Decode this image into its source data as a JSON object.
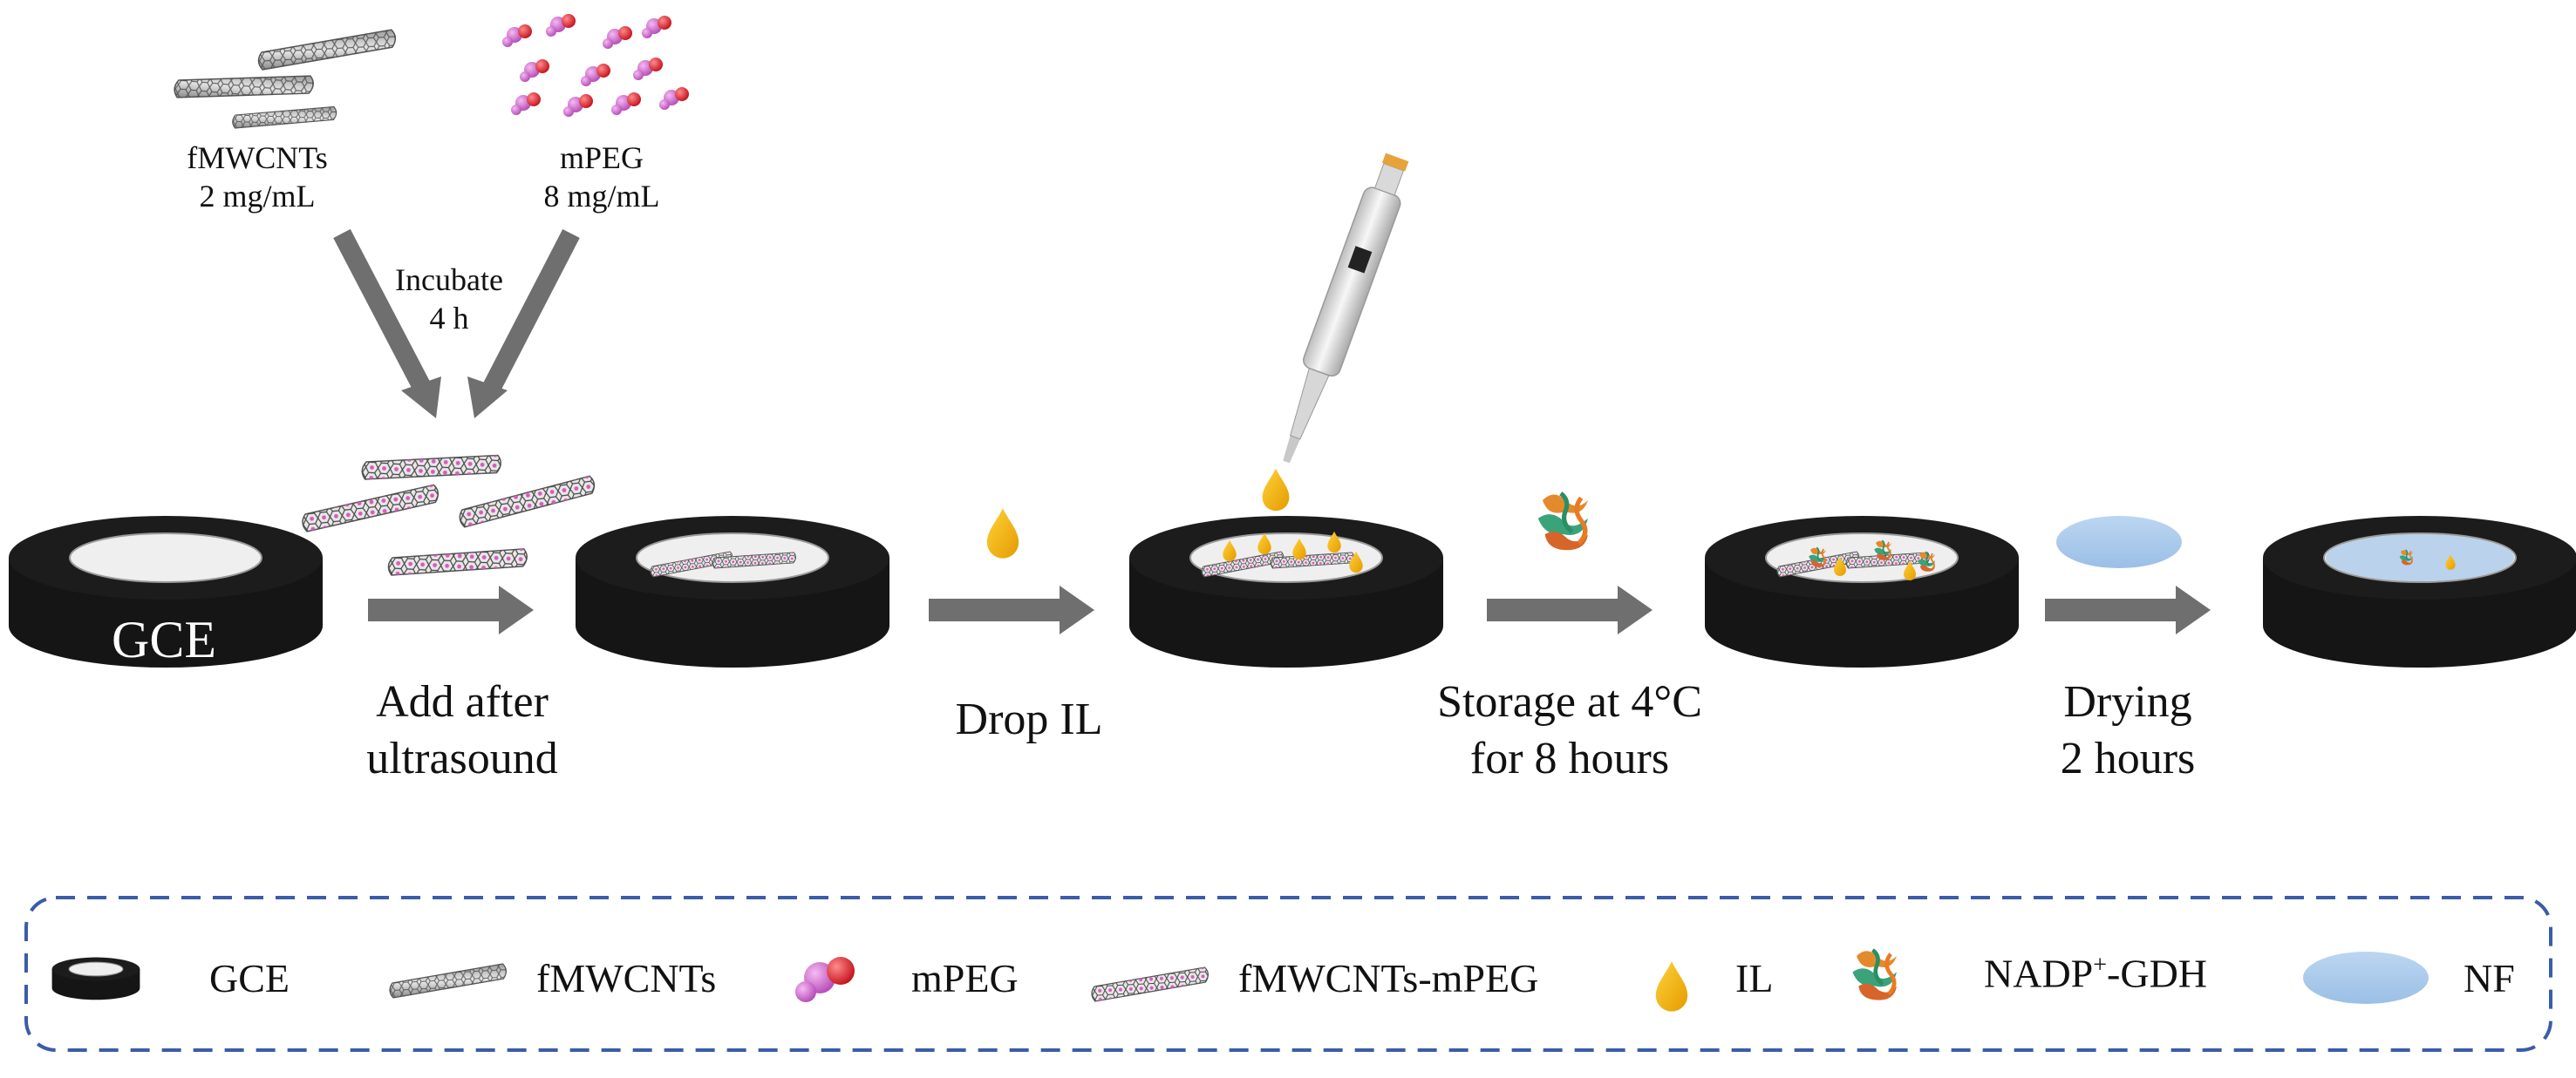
{
  "inputs": {
    "fmwcnts_label": "fMWCNTs",
    "fmwcnts_conc": "2 mg/mL",
    "mpeg_label": "mPEG",
    "mpeg_conc": "8 mg/mL",
    "incubate_line1": "Incubate",
    "incubate_line2": "4 h"
  },
  "electrode_label": "GCE",
  "steps": [
    {
      "line1": "Add after",
      "line2": "ultrasound"
    },
    {
      "line1": "Drop IL",
      "line2": ""
    },
    {
      "line1": "Storage at 4°C",
      "line2": "for 8 hours"
    },
    {
      "line1": "Drying",
      "line2": "2 hours"
    }
  ],
  "legend": {
    "items": [
      {
        "label": "GCE",
        "icon": "electrode-icon"
      },
      {
        "label": "fMWCNTs",
        "icon": "nanotube-icon"
      },
      {
        "label": "mPEG",
        "icon": "molecule-icon"
      },
      {
        "label": "fMWCNTs-mPEG",
        "icon": "nanotube-mpeg-icon"
      },
      {
        "label": "IL",
        "icon": "droplet-icon"
      },
      {
        "label": "NADP",
        "sup": "+",
        "suffix": "-GDH",
        "icon": "enzyme-icon"
      },
      {
        "label": "NF",
        "icon": "nafion-film-icon"
      }
    ]
  },
  "colors": {
    "electrode_body": "#151515",
    "electrode_face": "#efefef",
    "arrow": "#6f6f6f",
    "droplet": "#f2b705",
    "molecule_pink": "#d96bd9",
    "molecule_red": "#e0242d",
    "nafion": "#a8c8ea",
    "legend_border": "#3b5ca8"
  }
}
